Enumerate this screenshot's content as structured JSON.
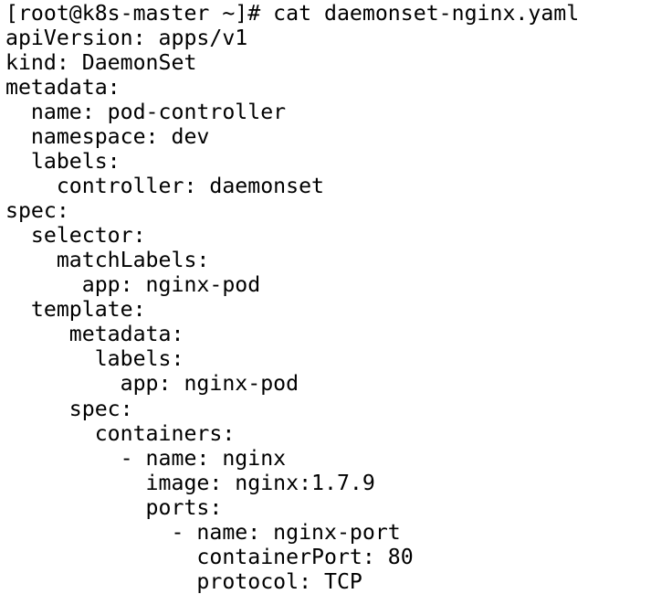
{
  "terminal": {
    "prompt": "[root@k8s-master ~]# ",
    "command": "cat daemonset-nginx.yaml",
    "output": [
      "apiVersion: apps/v1",
      "kind: DaemonSet",
      "metadata:",
      "  name: pod-controller",
      "  namespace: dev",
      "  labels:",
      "    controller: daemonset",
      "spec:",
      "  selector:",
      "    matchLabels:",
      "      app: nginx-pod",
      "  template:",
      "     metadata:",
      "       labels:",
      "         app: nginx-pod",
      "     spec:",
      "       containers:",
      "         - name: nginx",
      "           image: nginx:1.7.9",
      "           ports:",
      "             - name: nginx-port",
      "               containerPort: 80",
      "               protocol: TCP"
    ]
  }
}
